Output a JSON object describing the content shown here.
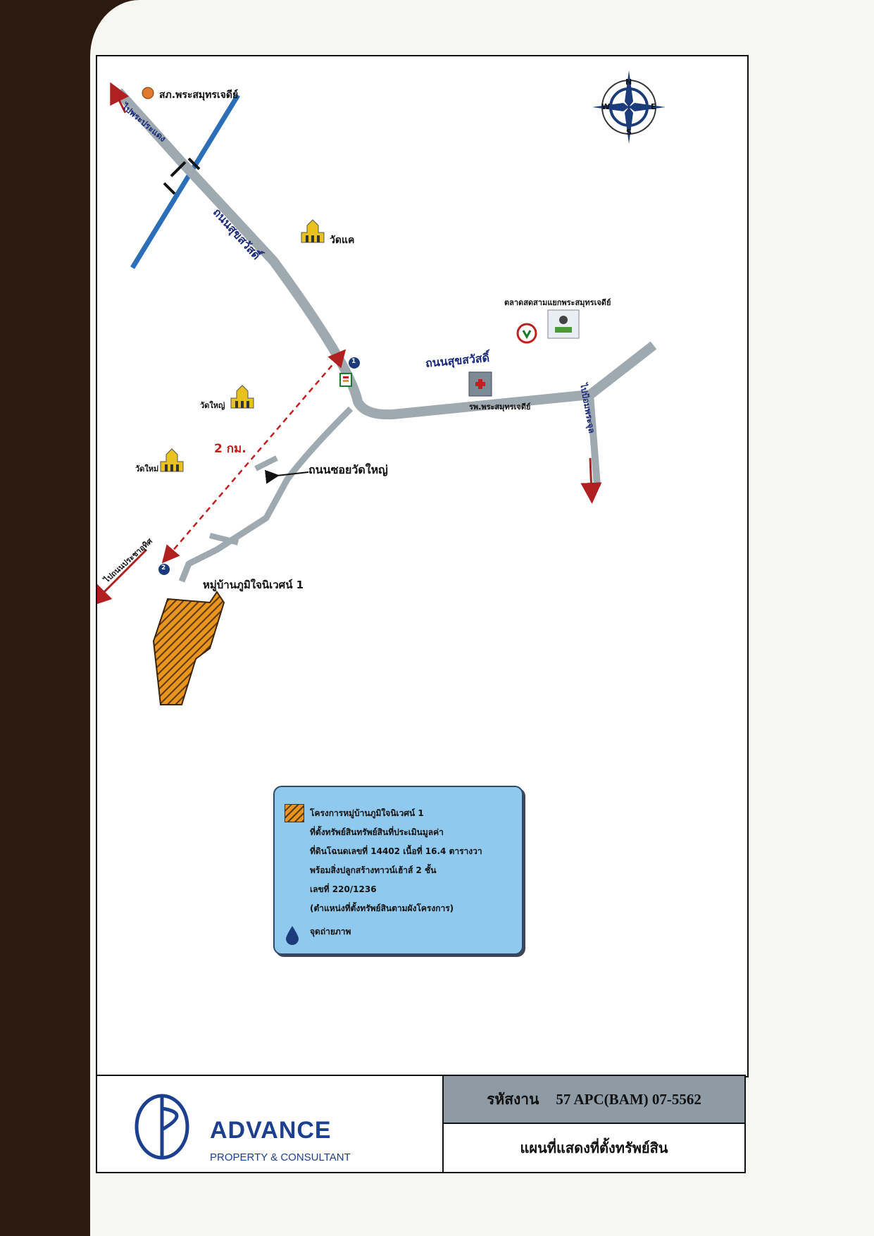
{
  "map": {
    "labels": {
      "police": "สภ.พระสมุทรเจดีย์",
      "road_top_left": "ไปพระประแดง",
      "road_sukhsawat_1": "ถนนสุขสวัสดิ์",
      "road_sukhsawat_2": "ถนนสุขสวัสดิ์",
      "wat_khae": "วัดแค",
      "market": "ตลาดสดสามแยกพระสมุทรเจดีย์",
      "to_bang_pho": "ไปป้อมพระจุล",
      "hospital": "รพ.พระสมุทรเจดีย์",
      "wat_yai_1": "วัดใหญ่",
      "wat_yai_2": "วัดใหม่",
      "distance": "2 กม.",
      "soi_wat_yai": "ถนนซอยวัดใหญ่",
      "to_samut_prakan": "ไปถนนประชาอุทิศ",
      "village": "หมู่บ้านภูมิใจนิเวศน์ 1",
      "marker_1": "1",
      "marker_2": "2"
    },
    "compass": {
      "n": "N",
      "s": "S",
      "e": "E",
      "w": "W"
    }
  },
  "legend": {
    "lines": [
      "โครงการหมู่บ้านภูมิใจนิเวศน์ 1",
      "ที่ตั้งทรัพย์สินทรัพย์สินที่ประเมินมูลค่า",
      "ที่ดินโฉนดเลขที่ 14402  เนื้อที่ 16.4 ตารางวา",
      "พร้อมสิ่งปลูกสร้างทาวน์เฮ้าส์ 2 ชั้น",
      "เลขที่ 220/1236",
      "(ตำแหน่งที่ตั้งทรัพย์สินตามผังโครงการ)"
    ],
    "photo_point": "จุดถ่ายภาพ"
  },
  "footer": {
    "brand": "ADVANCE",
    "brand_sub": "PROPERTY & CONSULTANT",
    "code_label": "รหัสงาน",
    "code_value": "57 APC(BAM) 07-5562",
    "caption": "แผนที่แสดงที่ตั้งทรัพย์สิน"
  },
  "colors": {
    "road": "#9fa9b0",
    "canal": "#2b6fb8",
    "property": "#e8941e",
    "dashed_route": "#c0201e"
  }
}
